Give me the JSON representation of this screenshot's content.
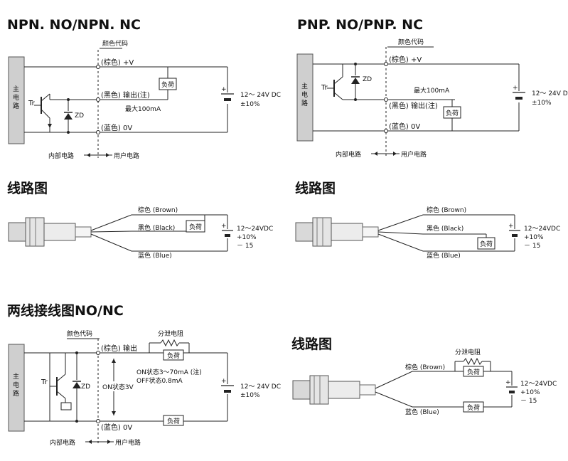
{
  "headings": {
    "npn": "NPN. NO/NPN. NC",
    "pnp": "PNP. NO/PNP. NC",
    "wiring_left": "线路图",
    "wiring_right": "线路图",
    "two_wire": "两线接线图NO/NC",
    "wiring_bottom": "线路图"
  },
  "labels": {
    "color_code": "颜色代码",
    "main_circuit": "主电路",
    "brown_v": "(棕色) +V",
    "black_out": "(黑色) 输出(注)",
    "blue_0v": "(蓝色) 0V",
    "max_current": "最大100mA",
    "load": "负荷",
    "tr": "Tr",
    "zd": "ZD",
    "supply": "12～ 24V DC",
    "tolerance": "±10%",
    "internal": "内部电路",
    "user": "用户电路",
    "brown_out": "(棕色) 输出",
    "bleed_resistor": "分泄电阻",
    "on_state": "ON状态3～70mA (注)",
    "off_state": "OFF状态0.8mA",
    "on_3v": "ON状态3V",
    "blue_0v2": "(蓝色) 0V"
  },
  "wire_labels": {
    "brown": "棕色 (Brown)",
    "black": "黑色 (Black)",
    "blue": "蓝色 (Blue)",
    "supply": "12～24VDC",
    "plus10": "+10%",
    "minus15": "－ 15"
  },
  "colors": {
    "line": "#222222",
    "main_block": "#cfcfcf"
  }
}
